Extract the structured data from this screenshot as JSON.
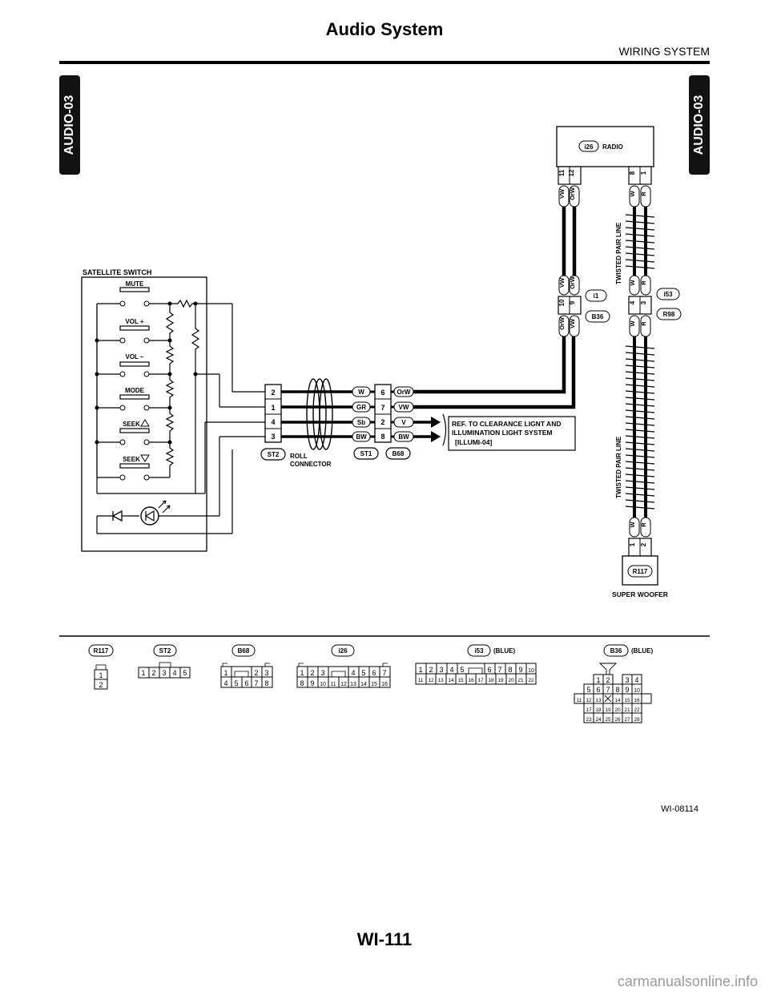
{
  "header": {
    "title": "Audio System",
    "section": "WIRING SYSTEM",
    "side_tab": "AUDIO-03"
  },
  "footer": {
    "figure_id": "WI-08114",
    "page_number": "WI-111",
    "watermark": "carmanualsonline.info"
  },
  "satellite_switch": {
    "label": "SATELLITE SWITCH",
    "buttons": [
      "MUTE",
      "VOL +",
      "VOL –",
      "MODE",
      "SEEK",
      "SEEK"
    ],
    "pins": [
      "2",
      "1",
      "4",
      "3"
    ],
    "connector": "ST2"
  },
  "roll_connector": {
    "label_line1": "ROLL",
    "label_line2": "CONNECTOR",
    "st1": "ST1",
    "b68": "B68",
    "wires": [
      {
        "left": "W",
        "pin": "6",
        "right": "OrW"
      },
      {
        "left": "GR",
        "pin": "7",
        "right": "VW"
      },
      {
        "left": "Sb",
        "pin": "2",
        "right": "V"
      },
      {
        "left": "BW",
        "pin": "8",
        "right": "BW"
      }
    ]
  },
  "ref_note": {
    "line1": "REF. TO CLEARANCE LIGNT AND",
    "line2": "ILLUMINATION LIGHT SYSTEM",
    "line3": "[ILLUMI-04]"
  },
  "radio": {
    "connector": "i26",
    "label": "RADIO",
    "pins": [
      "11",
      "12",
      "8",
      "1"
    ],
    "wires": [
      "VW",
      "OrW",
      "W",
      "R"
    ]
  },
  "junction_i1": {
    "top_connector": "i1",
    "bottom_connector": "B36",
    "top_wires": [
      "VW",
      "OrW"
    ],
    "pins": [
      "10",
      "9"
    ],
    "bottom_wires": [
      "OrW",
      "VW"
    ]
  },
  "junction_i53": {
    "top_connector": "i53",
    "bottom_connector": "R98",
    "top_wires": [
      "W",
      "R"
    ],
    "pins": [
      "4",
      "3"
    ],
    "bottom_wires": [
      "W",
      "R"
    ]
  },
  "twisted_pair_label": "TWISTED PAIR LINE",
  "woofer": {
    "wires": [
      "W",
      "R"
    ],
    "pins": [
      "1",
      "2"
    ],
    "connector": "R117",
    "label": "SUPER WOOFER"
  },
  "connector_views": {
    "r117": {
      "name": "R117",
      "rows": [
        [
          "1"
        ],
        [
          "2"
        ]
      ]
    },
    "st2": {
      "name": "ST2",
      "rows": [
        [
          "1",
          "2",
          "3",
          "4",
          "5"
        ]
      ]
    },
    "b68": {
      "name": "B68",
      "row1": [
        "1",
        "2",
        "3"
      ],
      "row2": [
        "4",
        "5",
        "6",
        "7",
        "8"
      ]
    },
    "i26": {
      "name": "i26",
      "row1": [
        "1",
        "2",
        "3",
        "4",
        "5",
        "6",
        "7"
      ],
      "row2": [
        "8",
        "9",
        "10",
        "11",
        "12",
        "13",
        "14",
        "15",
        "16"
      ]
    },
    "i53": {
      "name": "i53",
      "note": "(BLUE)",
      "row1": [
        "1",
        "2",
        "3",
        "4",
        "5",
        "6",
        "7",
        "8",
        "9",
        "10"
      ],
      "row2": [
        "11",
        "12",
        "13",
        "14",
        "15",
        "16",
        "17",
        "18",
        "19",
        "20",
        "21",
        "22"
      ]
    },
    "b36": {
      "name": "B36",
      "note": "(BLUE)",
      "row1": [
        "1",
        "2",
        "3",
        "4"
      ],
      "row2": [
        "5",
        "6",
        "7",
        "8",
        "9",
        "10"
      ],
      "row3": [
        "11",
        "12",
        "13",
        "14",
        "15",
        "16"
      ],
      "row4": [
        "17",
        "18",
        "19",
        "20",
        "21",
        "22"
      ],
      "row5": [
        "23",
        "24",
        "25",
        "26",
        "27",
        "28"
      ]
    }
  }
}
